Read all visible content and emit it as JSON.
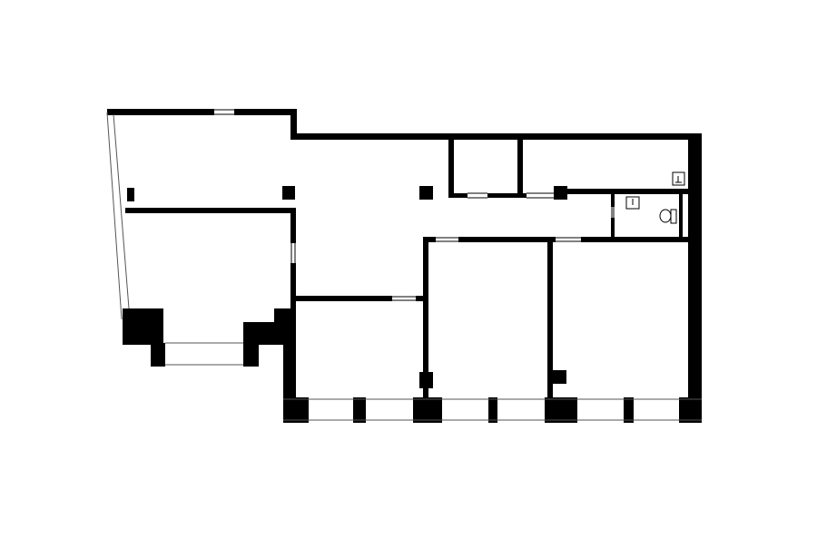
{
  "plan": {
    "type": "apartment-floor-plan",
    "wall_color": "#000000",
    "background_color": "#ffffff",
    "rooms": [
      "hall",
      "left-room",
      "bay-room",
      "small-room-1",
      "storage",
      "bathroom",
      "bedroom-1",
      "bedroom-2",
      "bedroom-3"
    ],
    "fixtures": [
      "sink-icon",
      "sink-icon",
      "toilet-icon"
    ]
  }
}
